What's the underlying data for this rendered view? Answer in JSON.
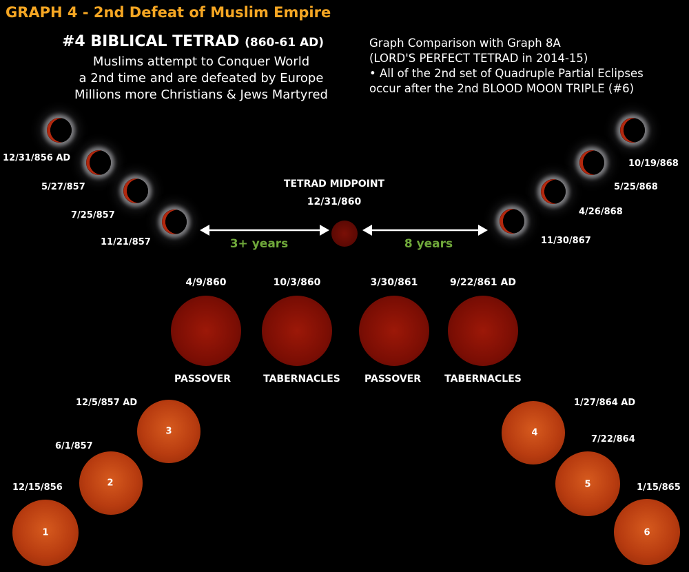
{
  "title": "GRAPH 4 - 2nd Defeat of Muslim Empire",
  "subtitle": {
    "main": "#4 BIBLICAL TETRAD",
    "years": "(860-61 AD)"
  },
  "description": [
    "Muslims attempt to Conquer World",
    "a 2nd time and are defeated by Europe",
    "Millions more Christians & Jews Martyred"
  ],
  "comparison": [
    "Graph Comparison with Graph 8A",
    "(LORD'S PERFECT TETRAD in 2014-15)",
    "•  All of the 2nd set of Quadruple Partial Eclipses",
    "occur after the 2nd BLOOD MOON TRIPLE (#6)"
  ],
  "left_eclipses": [
    "12/31/856 AD",
    "5/27/857",
    "7/25/857",
    "11/21/857"
  ],
  "right_eclipses": [
    "10/19/868",
    "5/25/868",
    "4/26/868",
    "11/30/867"
  ],
  "midpoint": {
    "label": "TETRAD MIDPOINT",
    "date": "12/31/860"
  },
  "spans": {
    "left": "3+ years",
    "right": "8 years"
  },
  "blood_moons": [
    {
      "date": "4/9/860",
      "feast": "PASSOVER"
    },
    {
      "date": "10/3/860",
      "feast": "TABERNACLES"
    },
    {
      "date": "3/30/861",
      "feast": "PASSOVER"
    },
    {
      "date": "9/22/861 AD",
      "feast": "TABERNACLES"
    }
  ],
  "solar_eclipses": [
    {
      "n": "1",
      "date": "12/15/856"
    },
    {
      "n": "2",
      "date": "6/1/857"
    },
    {
      "n": "3",
      "date": "12/5/857 AD"
    },
    {
      "n": "4",
      "date": "1/27/864 AD"
    },
    {
      "n": "5",
      "date": "7/22/864"
    },
    {
      "n": "6",
      "date": "1/15/865"
    }
  ],
  "colors": {
    "title": "#f5a623",
    "span_text": "#6fa83a",
    "blood_moon": "#8a1206",
    "solar": "#c2461a"
  }
}
